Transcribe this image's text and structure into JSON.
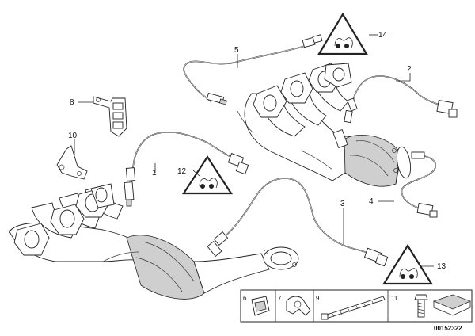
{
  "callouts": [
    {
      "id": "c1",
      "label": "1"
    },
    {
      "id": "c2",
      "label": "2"
    },
    {
      "id": "c3",
      "label": "3"
    },
    {
      "id": "c4",
      "label": "4"
    },
    {
      "id": "c5",
      "label": "5"
    },
    {
      "id": "c8",
      "label": "8"
    },
    {
      "id": "c10",
      "label": "10"
    },
    {
      "id": "c12",
      "label": "12"
    },
    {
      "id": "c13",
      "label": "13"
    },
    {
      "id": "c14",
      "label": "14"
    }
  ],
  "legend_box": {
    "cells": [
      {
        "label": "6"
      },
      {
        "label": "7"
      },
      {
        "label": "9"
      },
      {
        "label": "11"
      }
    ]
  },
  "diagram_number": "00152322",
  "icon_names": [
    "warning-triangle-icon",
    "oxygen-sensor-icon",
    "cable-clip-icon",
    "bolt-icon"
  ]
}
